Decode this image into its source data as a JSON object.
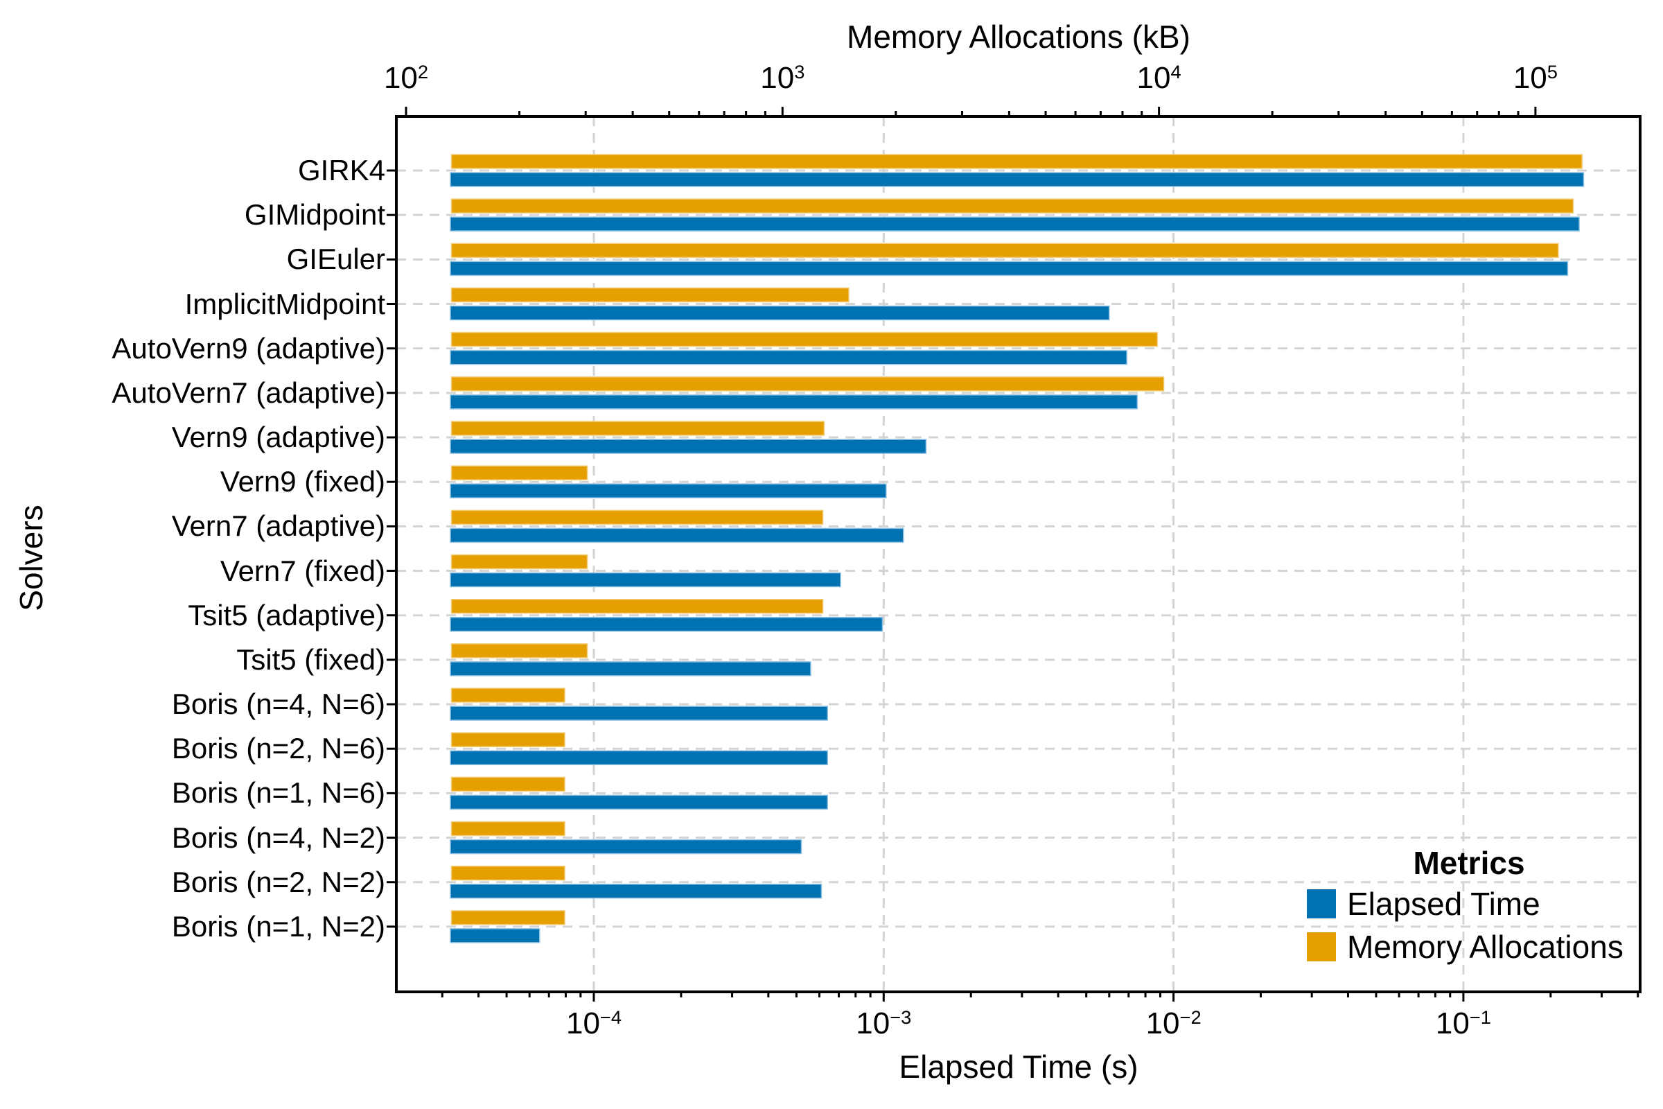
{
  "chart_data": {
    "type": "bar",
    "orientation": "horizontal",
    "ylabel": "Solvers",
    "x_top": {
      "label": "Memory Allocations (kB)",
      "scale": "log10",
      "tick_exponents": [
        2,
        3,
        4,
        5
      ],
      "range_approx": [
        94,
        189000
      ]
    },
    "x_bottom": {
      "label": "Elapsed Time (s)",
      "scale": "log10",
      "tick_exponents": [
        -4,
        -3,
        -2,
        -1
      ],
      "range_approx": [
        2.08e-05,
        0.407
      ]
    },
    "grid": "on",
    "categories": [
      "GIRK4",
      "GIMidpoint",
      "GIEuler",
      "ImplicitMidpoint",
      "AutoVern9 (adaptive)",
      "AutoVern7 (adaptive)",
      "Vern9 (adaptive)",
      "Vern9 (fixed)",
      "Vern7 (adaptive)",
      "Vern7 (fixed)",
      "Tsit5 (adaptive)",
      "Tsit5 (fixed)",
      "Boris (n=4, N=6)",
      "Boris (n=2, N=6)",
      "Boris (n=1, N=6)",
      "Boris (n=4, N=2)",
      "Boris (n=2, N=2)",
      "Boris (n=1, N=2)"
    ],
    "series": [
      {
        "name": "Elapsed Time",
        "unit": "s",
        "axis": "x_bottom",
        "color": "#0072B2",
        "edge_color": "#8fc1e3",
        "values": [
          0.26,
          0.251,
          0.229,
          0.006,
          0.0069,
          0.0075,
          0.0014,
          0.00102,
          0.00117,
          0.00071,
          0.00099,
          0.00056,
          0.00064,
          0.00064,
          0.00064,
          0.00052,
          0.00061,
          6.5e-05
        ]
      },
      {
        "name": "Memory Allocations",
        "unit": "kB",
        "axis": "x_top",
        "color": "#E69F00",
        "edge_color": "#f2cc77",
        "values": [
          133000,
          126000,
          115000,
          1500,
          9900,
          10300,
          1290,
          303,
          1280,
          303,
          1280,
          303,
          264,
          264,
          264,
          264,
          264,
          264
        ]
      }
    ],
    "bar_base": {
      "time": 3.2e-05,
      "memory": 132
    },
    "legend": {
      "title": "Metrics",
      "position": "bottom-right",
      "items": [
        {
          "label": "Elapsed Time",
          "color": "#0072B2"
        },
        {
          "label": "Memory Allocations",
          "color": "#E69F00"
        }
      ]
    },
    "colors": {
      "frame": "#000000",
      "gridline": "#d4d4d4",
      "text": "#000000",
      "background": "#ffffff"
    }
  }
}
